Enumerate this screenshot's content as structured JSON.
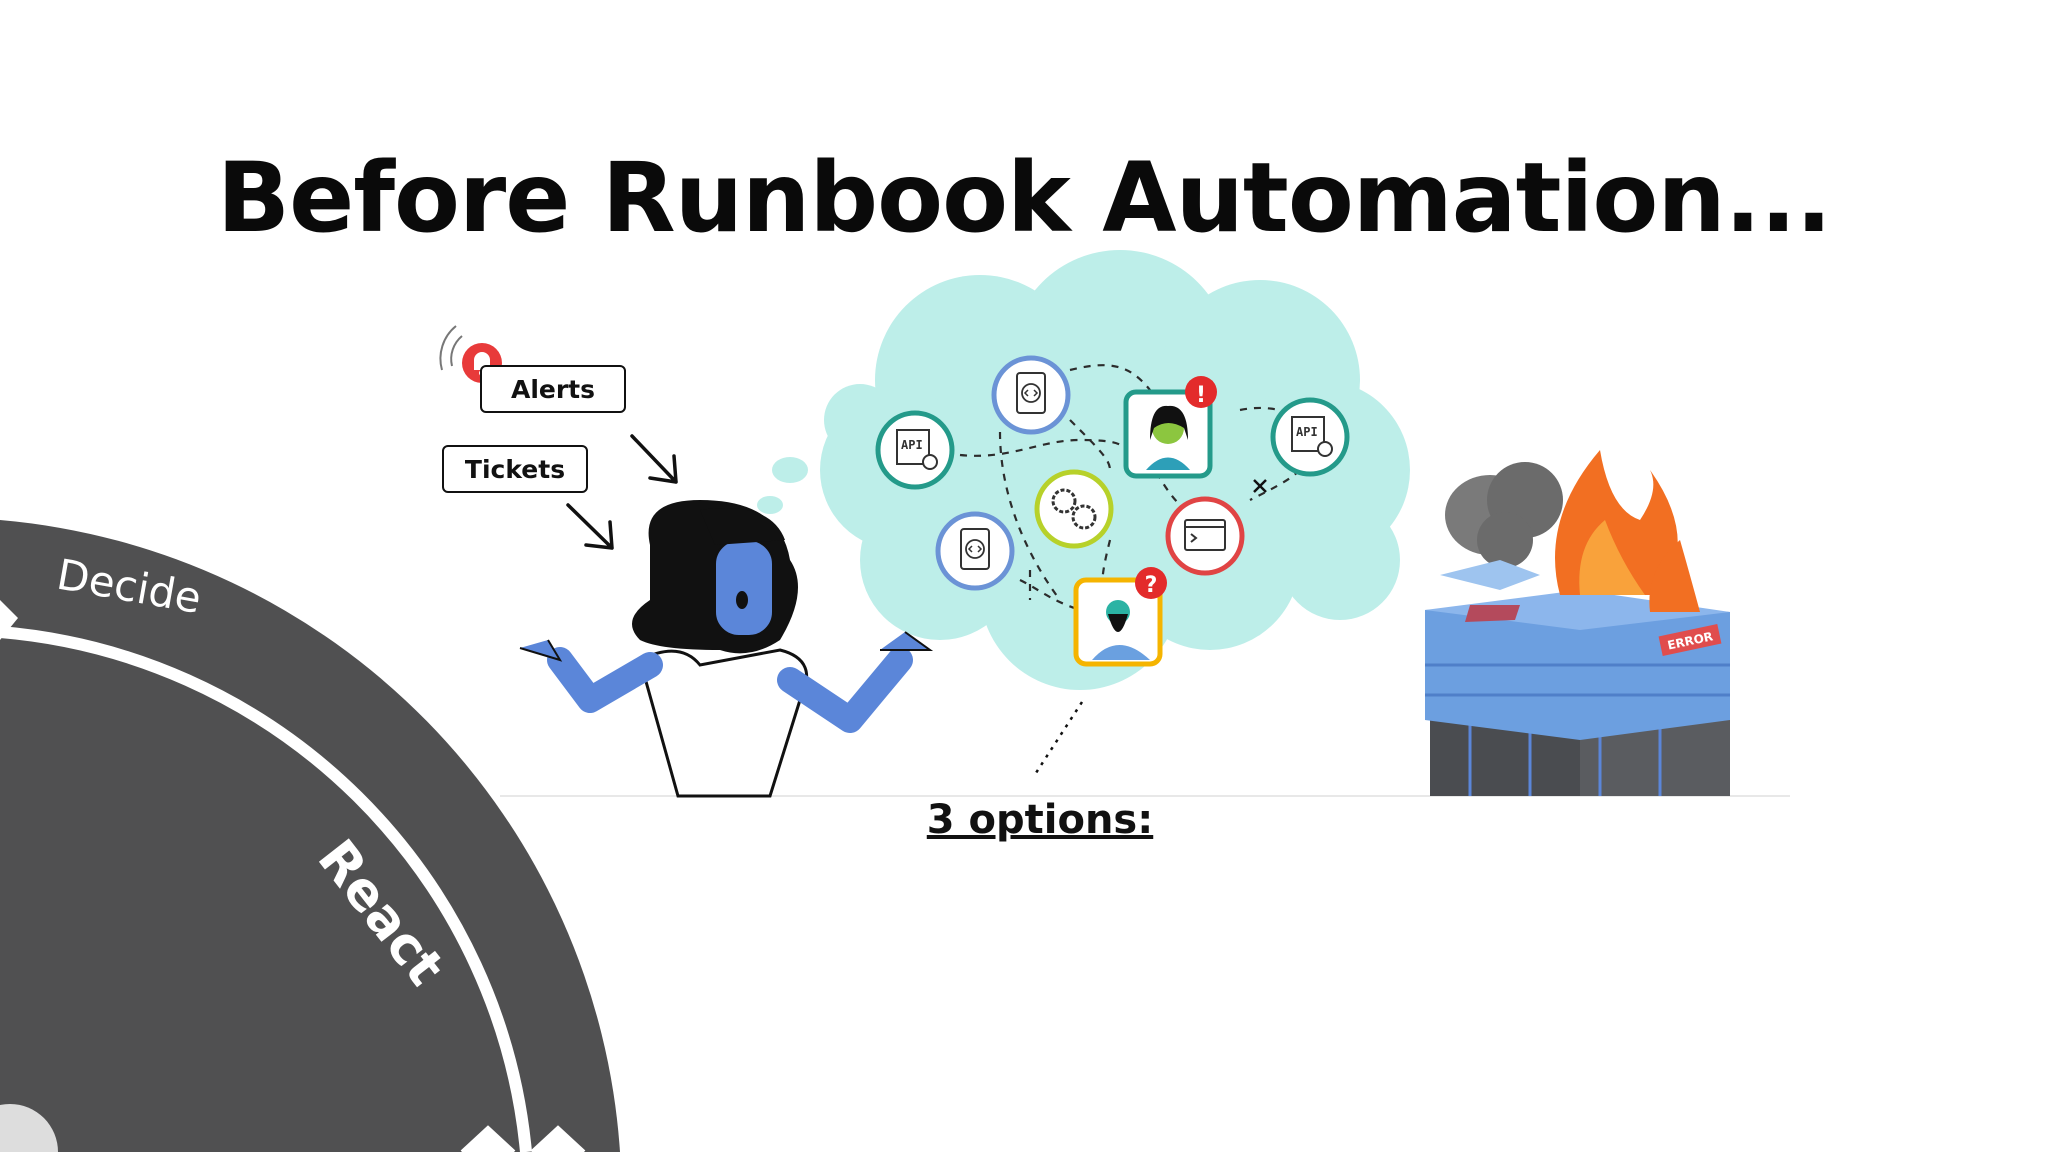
{
  "slide": {
    "title": "Before Runbook Automation...",
    "options_label": "3 options:"
  },
  "tags": {
    "alerts": "Alerts",
    "tickets": "Tickets"
  },
  "wheel": {
    "outer_label": "Decide",
    "inner_label": "React"
  },
  "server": {
    "error_label": "ERROR"
  },
  "icons": {
    "api": "API"
  },
  "colors": {
    "wheel": "#505051",
    "cloud": "#bdeee9",
    "alert_red": "#e83a3a",
    "fire_orange": "#f26f22",
    "server_blue": "#6c9fe0",
    "person_blue": "#5b86d9"
  }
}
